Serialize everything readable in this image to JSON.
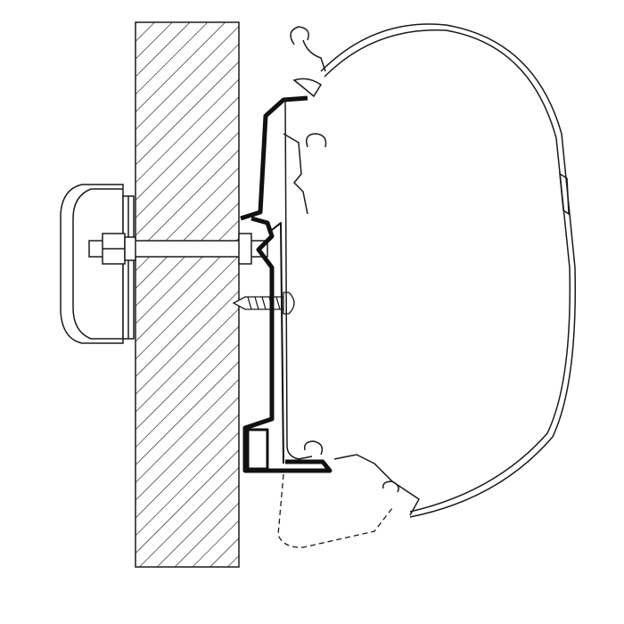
{
  "diagram": {
    "colors": {
      "line": "#1a1a1a",
      "background": "#ffffff",
      "bracket": "#111111"
    },
    "parts": [
      "wall",
      "fastening-knob",
      "through-bolt",
      "wood-screw",
      "adapter-bracket",
      "awning-case",
      "dashed-outline"
    ]
  }
}
